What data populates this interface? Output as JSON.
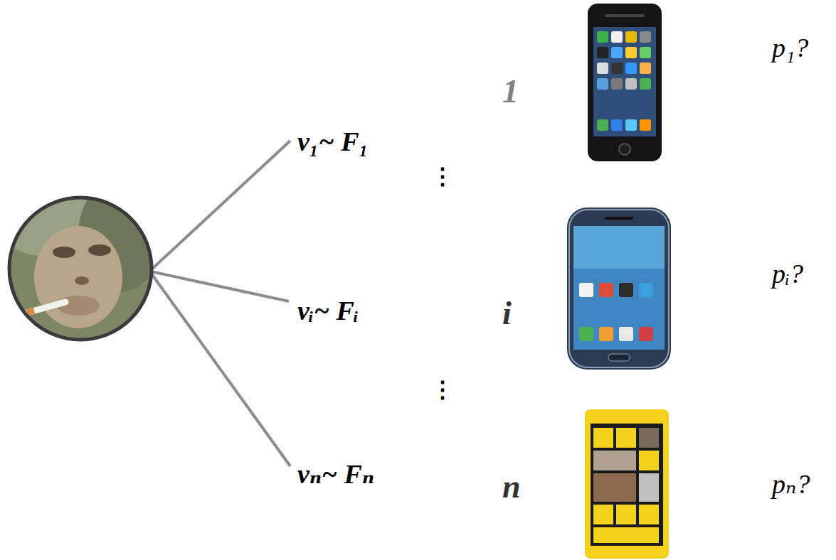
{
  "diagram": {
    "labels": [
      "v₁~ F₁",
      "1",
      "p₁?",
      "⋮",
      "vᵢ~ Fᵢ",
      "i",
      "pᵢ?",
      "⋮",
      "vₙ~ Fₙ",
      "n",
      "pₙ?"
    ]
  }
}
